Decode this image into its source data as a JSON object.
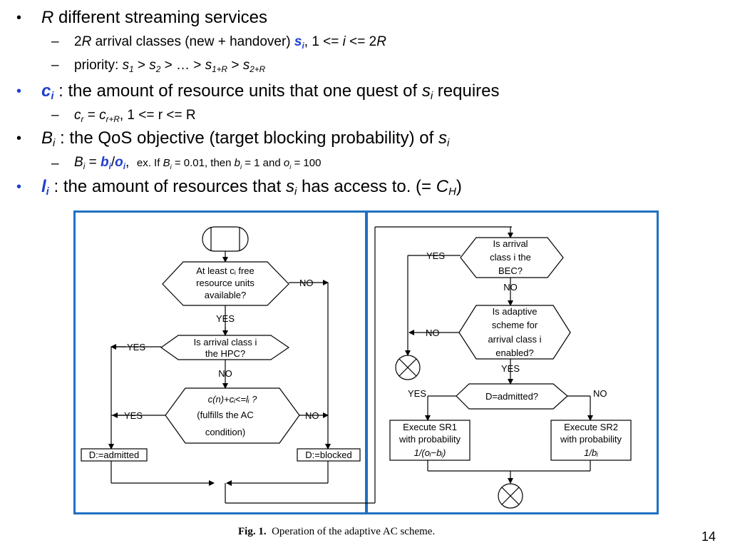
{
  "bullets": {
    "b1": {
      "var": "R",
      "text": " different streaming services"
    },
    "b1s1": {
      "pre": "2",
      "var": "R",
      "mid": " arrival classes (new + handover) ",
      "sym": "s",
      "sub": "i",
      "post": ", 1 <= ",
      "ivar": "i",
      "tail": " <= 2",
      "rvar": "R"
    },
    "b1s2": {
      "pre": "priority: ",
      "s1": "s",
      "s1sub": "1",
      "gt1": " > ",
      "s2": "s",
      "s2sub": "2",
      "gt2": " > … > ",
      "s3": "s",
      "s3sub": "1+R",
      "gt3": " > ",
      "s4": "s",
      "s4sub": "2+R"
    },
    "b2": {
      "sym": "c",
      "sub": "i",
      "text": " : the amount of resource units that one quest of ",
      "s": "s",
      "ssub": "i",
      "tail": " requires"
    },
    "b2s1": {
      "c1": "c",
      "c1sub": "r",
      "eq": " = ",
      "c2": "c",
      "c2sub": "r+R",
      "tail": ", 1 <= r <= R"
    },
    "b3": {
      "sym": "B",
      "sub": "i",
      "text": " : the QoS objective (target blocking probability) of ",
      "s": "s",
      "ssub": "i"
    },
    "b3s1": {
      "B": "B",
      "Bsub": "i",
      "eq": " = ",
      "b": "b",
      "bsub": "i",
      "slash": "/",
      "o": "o",
      "osub": "i",
      "comma": ",",
      "ex": "ex. If ",
      "exB": "B",
      "exBsub": "i",
      "exeq": " = 0.01, then ",
      "exb": "b",
      "exbsub": "i",
      "exmid": " = 1 and ",
      "exo": "o",
      "exosub": "i",
      "extail": " = 100"
    },
    "b4": {
      "sym": "l",
      "sub": "i",
      "text": " : the amount of resources that ",
      "s": "s",
      "ssub": "i",
      "mid": " has access to. (= ",
      "C": "C",
      "Csub": "H",
      "tail": ")"
    }
  },
  "flow_left": {
    "q1": [
      "At least cᵢ free",
      "resource units",
      "available?"
    ],
    "q1_no": "NO",
    "q1_yes": "YES",
    "q2": [
      "Is arrival class i",
      "the HPC?"
    ],
    "q2_yes": "YES",
    "q2_no": "NO",
    "q3": [
      "c(n)+cᵢ<=lᵢ ?",
      "(fulfills the AC",
      "condition)"
    ],
    "q3_yes": "YES",
    "q3_no": "NO",
    "admitted": "D:=admitted",
    "blocked": "D:=blocked"
  },
  "flow_right": {
    "q1": [
      "Is arrival",
      "class i the",
      "BEC?"
    ],
    "q1_yes": "YES",
    "q1_no": "NO",
    "q2": [
      "Is adaptive",
      "scheme for",
      "arrival class i",
      "enabled?"
    ],
    "q2_no": "NO",
    "q2_yes": "YES",
    "q3": "D=admitted?",
    "q3_yes": "YES",
    "q3_no": "NO",
    "sr1": [
      "Execute SR1",
      "with probability",
      "1/(oᵢ−bᵢ)"
    ],
    "sr2": [
      "Execute SR2",
      "with probability",
      "1/bᵢ"
    ]
  },
  "caption": {
    "label": "Fig. 1.",
    "text": "Operation of the adaptive AC scheme."
  },
  "page_number": "14",
  "colors": {
    "accent": "#1f3fd0",
    "frame": "#1f70c1"
  }
}
